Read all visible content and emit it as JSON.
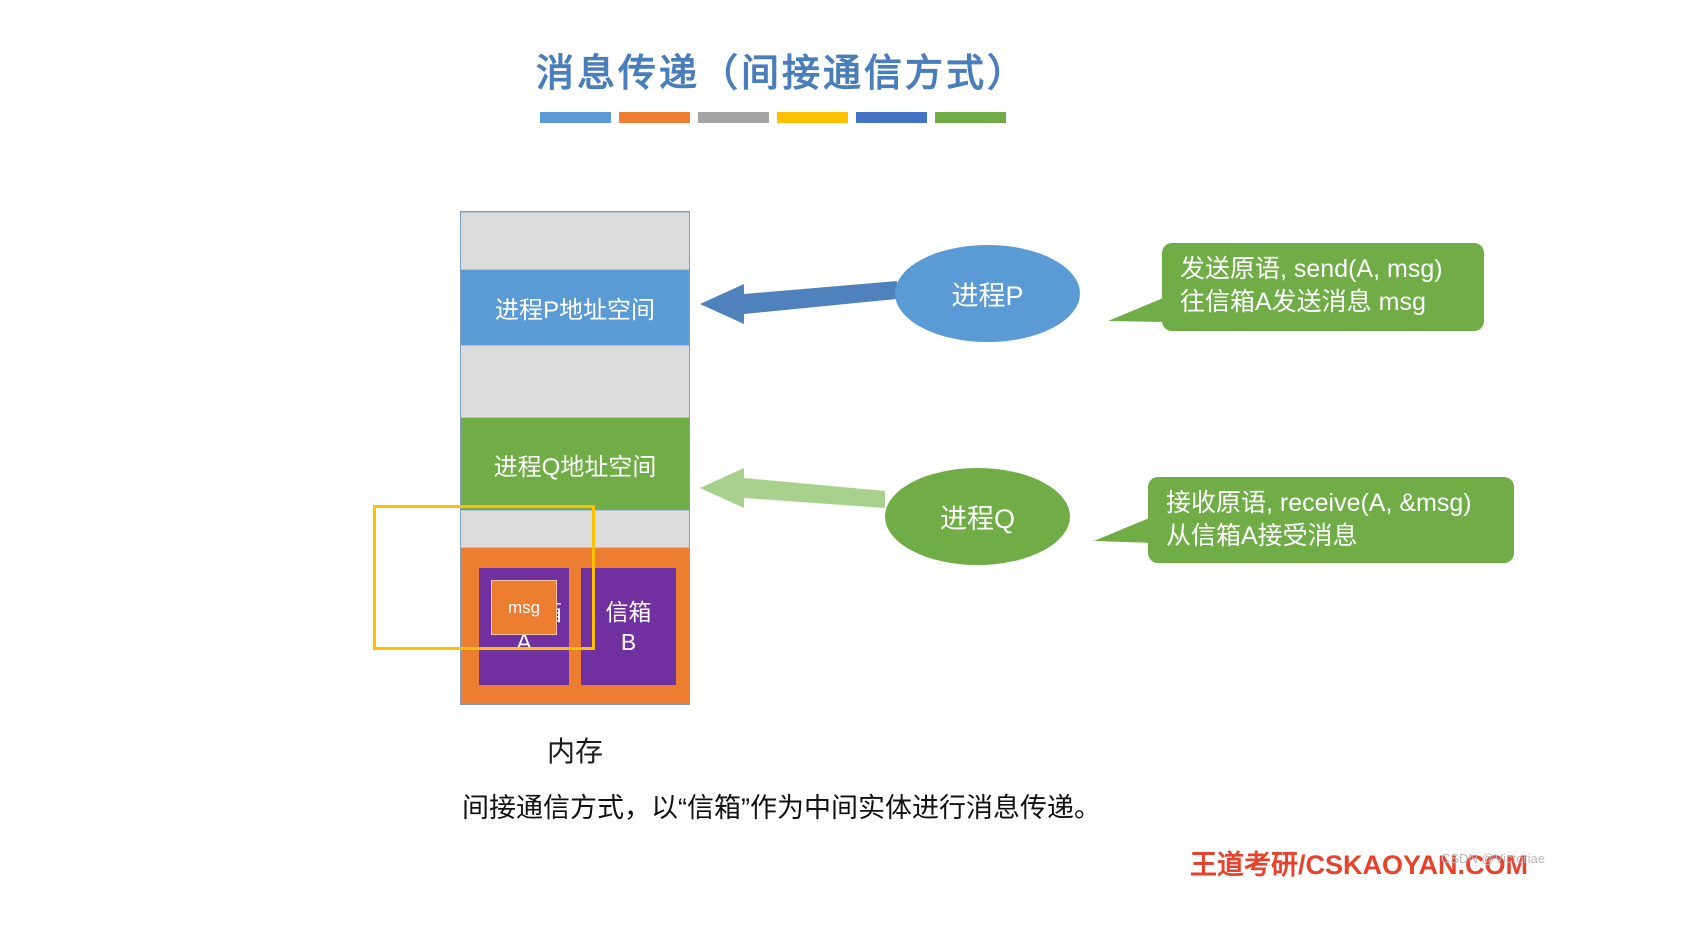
{
  "title": "消息传递（间接通信方式）",
  "colors": {
    "blue": "#5B9BD5",
    "orange": "#ED7D31",
    "gray": "#A5A5A5",
    "gold": "#FFC000",
    "dark_blue": "#4472C4",
    "green": "#70AD47",
    "purple": "#7030A0",
    "arrow_blue": "#4F81BD",
    "arrow_green": "#A9D18E",
    "title_blue": "#4A7EBB",
    "footer_red": "#E8412C"
  },
  "divider": [
    "#5B9BD5",
    "#ED7D31",
    "#A5A5A5",
    "#FFC000",
    "#4472C4",
    "#70AD47"
  ],
  "memory": {
    "label": "内存",
    "process_p_segment": "进程P地址空间",
    "process_q_segment": "进程Q地址空间",
    "mailbox_a": {
      "name": "信箱",
      "letter": "A",
      "msg": "msg"
    },
    "mailbox_b": {
      "name": "信箱",
      "letter": "B"
    }
  },
  "ellipses": {
    "process_p": "进程P",
    "process_q": "进程Q"
  },
  "callouts": {
    "send": {
      "line1": "发送原语, send(A, msg)",
      "line2": "往信箱A发送消息 msg"
    },
    "receive": {
      "line1": "接收原语, receive(A, &msg)",
      "line2": "从信箱A接受消息"
    }
  },
  "caption": "间接通信方式，以“信箱”作为中间实体进行消息传递。",
  "footer": "王道考研/CSKAOYAN.COM",
  "watermark": "CSDN @Victoriae"
}
